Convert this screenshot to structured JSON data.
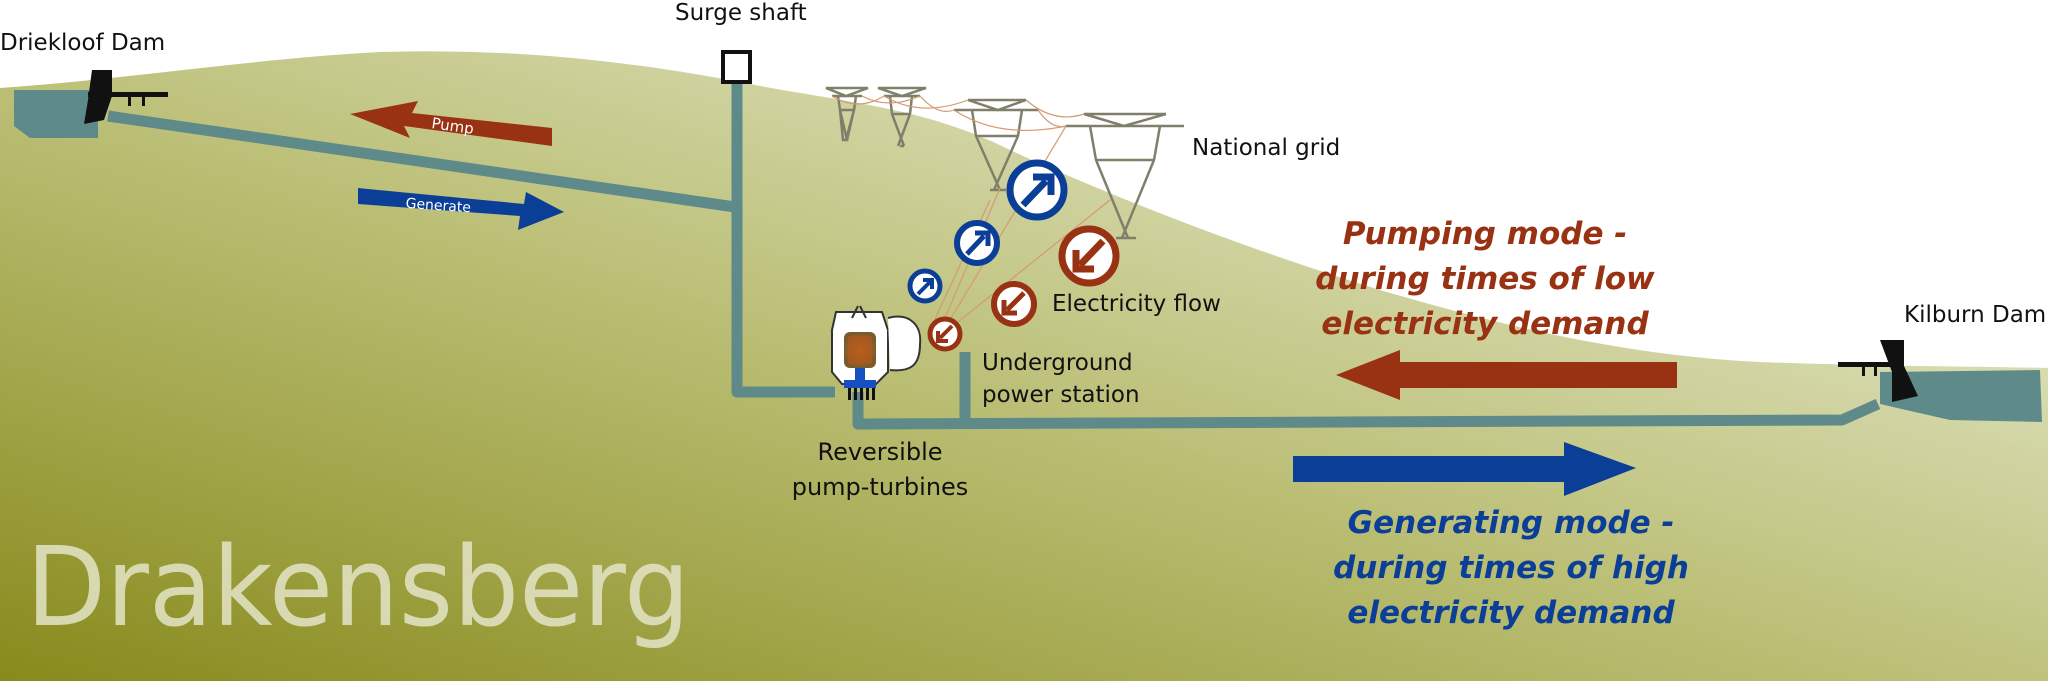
{
  "labels": {
    "driekloof_dam": "Driekloof Dam",
    "surge_shaft": "Surge shaft",
    "national_grid": "National grid",
    "electricity_flow": "Electricity flow",
    "underground_line1": "Underground",
    "underground_line2": "power station",
    "reversible_line1": "Reversible",
    "reversible_line2": "pump-turbines",
    "kilburn_dam": "Kilburn Dam",
    "pump_arrow": "Pump",
    "generate_arrow": "Generate",
    "region": "Drakensberg"
  },
  "modes": {
    "pumping": [
      "Pumping mode -",
      "during times of low",
      "electricity demand"
    ],
    "generating": [
      "Generating mode -",
      "during times of high",
      "electricity demand"
    ]
  },
  "colors": {
    "pump": "#983212",
    "generate": "#0b3f97",
    "water": "#5e8a8a",
    "grass_dark": "#8a8a1f",
    "grass_light": "#eceed6",
    "tower": "#7f7f6a",
    "wire": "#d49a72"
  }
}
